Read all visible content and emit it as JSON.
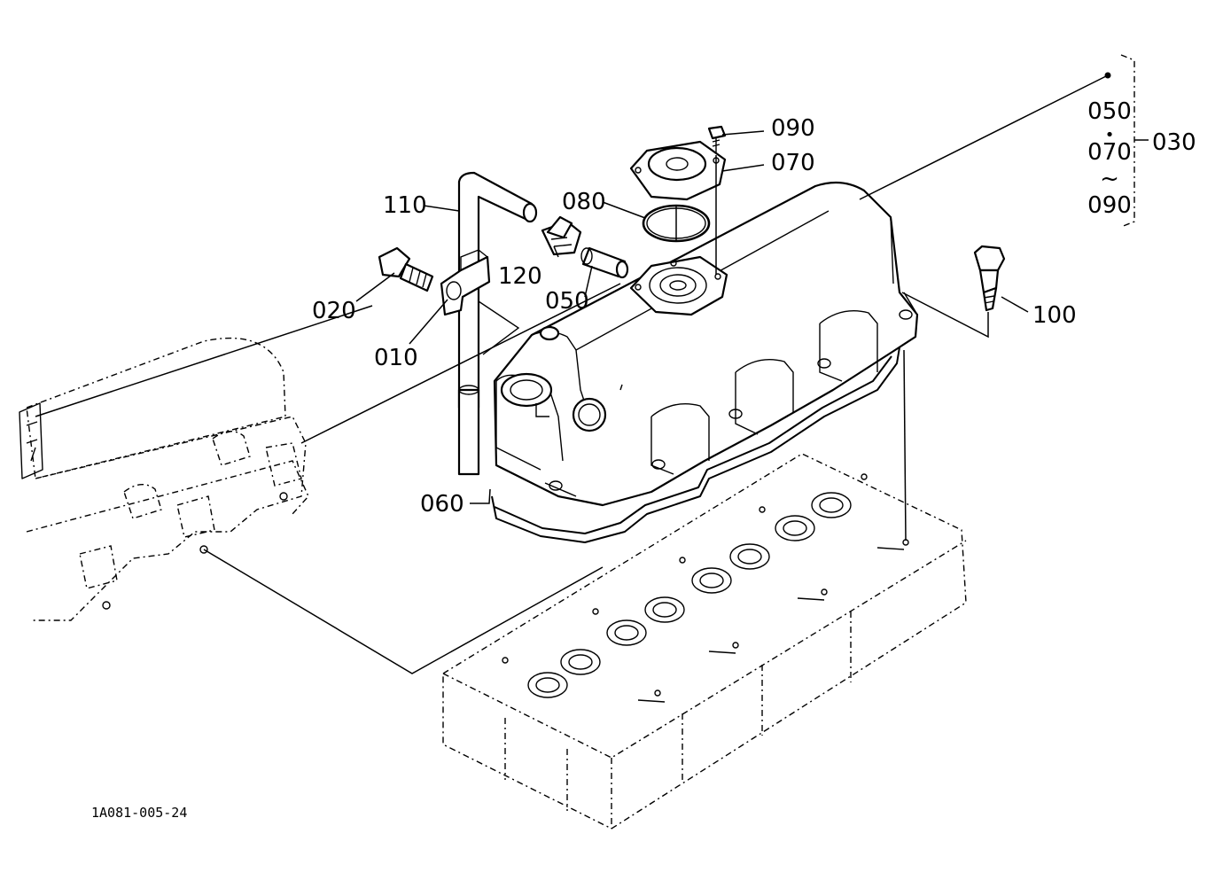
{
  "diagram": {
    "drawing_code": "1A081-005-24",
    "callouts": {
      "p010": "010",
      "p020": "020",
      "p030": "030",
      "p050": "050",
      "p060": "060",
      "p070": "070",
      "p080": "080",
      "p090": "090",
      "p100": "100",
      "p110": "110",
      "p120": "120"
    },
    "set_bracket": {
      "items": [
        "050",
        "070",
        "090"
      ],
      "separator_dot": "•",
      "range_mark": "~",
      "set_number": "030"
    }
  }
}
